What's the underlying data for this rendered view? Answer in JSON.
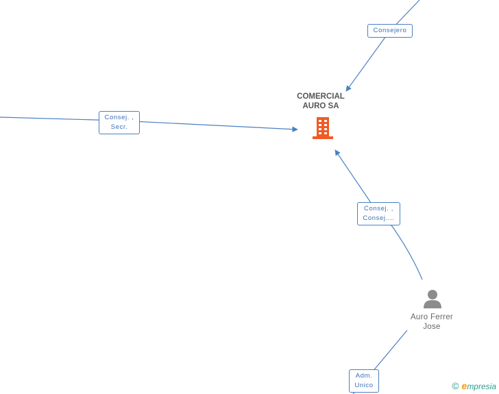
{
  "company": {
    "name_line1": "COMERCIAL",
    "name_line2": "AURO SA",
    "icon": "building-icon",
    "color": "#f15a24"
  },
  "person": {
    "name_line1": "Auro Ferrer",
    "name_line2": "Jose",
    "icon": "person-icon",
    "color": "#8c8c8c"
  },
  "edges": {
    "top": {
      "line1": "Consejero"
    },
    "left": {
      "line1": "Consej. ,",
      "line2": "Secr."
    },
    "person": {
      "line1": "Consej. ,",
      "line2": "Consej...."
    },
    "bottom": {
      "line1": "Adm.",
      "line2": "Unico"
    }
  },
  "brand": {
    "copyright": "©",
    "initial": "e",
    "name": "mpresia"
  },
  "colors": {
    "edge": "#4a7fc1",
    "label_text": "#3a6fb5"
  }
}
